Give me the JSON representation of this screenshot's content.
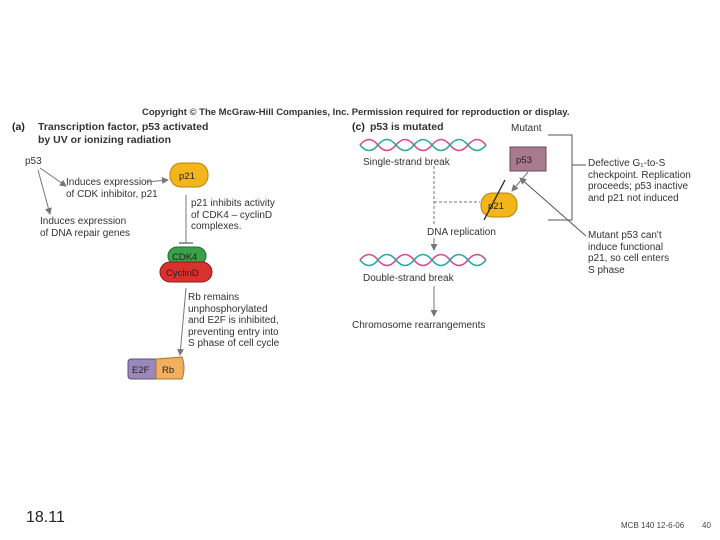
{
  "copyright": "Copyright © The McGraw-Hill Companies, Inc. Permission required for reproduction or display.",
  "panel_a": {
    "label": "(a)",
    "title_lines": [
      "Transcription factor, p53 activated",
      "by UV or ionizing radiation"
    ],
    "p53": "p53",
    "induces_cdk": "Induces expression\nof CDK inhibitor, p21",
    "induces_repair": "Induces expression\nof DNA repair genes",
    "p21": "p21",
    "p21_inhibits": "p21 inhibits activity\nof CDK4 – cyclinD\ncomplexes.",
    "cdk4": "CDK4",
    "cyclind": "CyclinD",
    "rb_remains": "Rb remains\nunphosphorylated\nand E2F is inhibited,\npreventing entry into\nS phase of cell cycle",
    "e2f": "E2F",
    "rb": "Rb"
  },
  "panel_c": {
    "label": "(c)",
    "title": "p53 is mutated",
    "mutant": "Mutant",
    "single_strand_break": "Single-strand break",
    "p53": "p53",
    "p21": "p21",
    "defective": "Defective G₁-to-S\ncheckpoint. Replication\nproceeds; p53 inactive\nand p21 not induced",
    "dna_replication": "DNA replication",
    "double_strand_break": "Double-strand break",
    "mutant_cant": "Mutant p53 can't\ninduce functional\np21, so cell enters\nS phase",
    "chromosome": "Chromosome rearrangements"
  },
  "footer": {
    "slide_number": "18.11",
    "course": "MCB 140 12-6-06",
    "page": "40"
  },
  "colors": {
    "p21_yellow": "#f2b51a",
    "cdk4_green": "#3aa14a",
    "cyclind_red": "#d8322e",
    "p53_mauve": "#a87a8c",
    "e2f_purple": "#9a88b8",
    "rb_orange": "#f0b060",
    "dna_pink": "#d84a8c",
    "dna_teal": "#2aa8a0",
    "arrow_gray": "#777777"
  }
}
